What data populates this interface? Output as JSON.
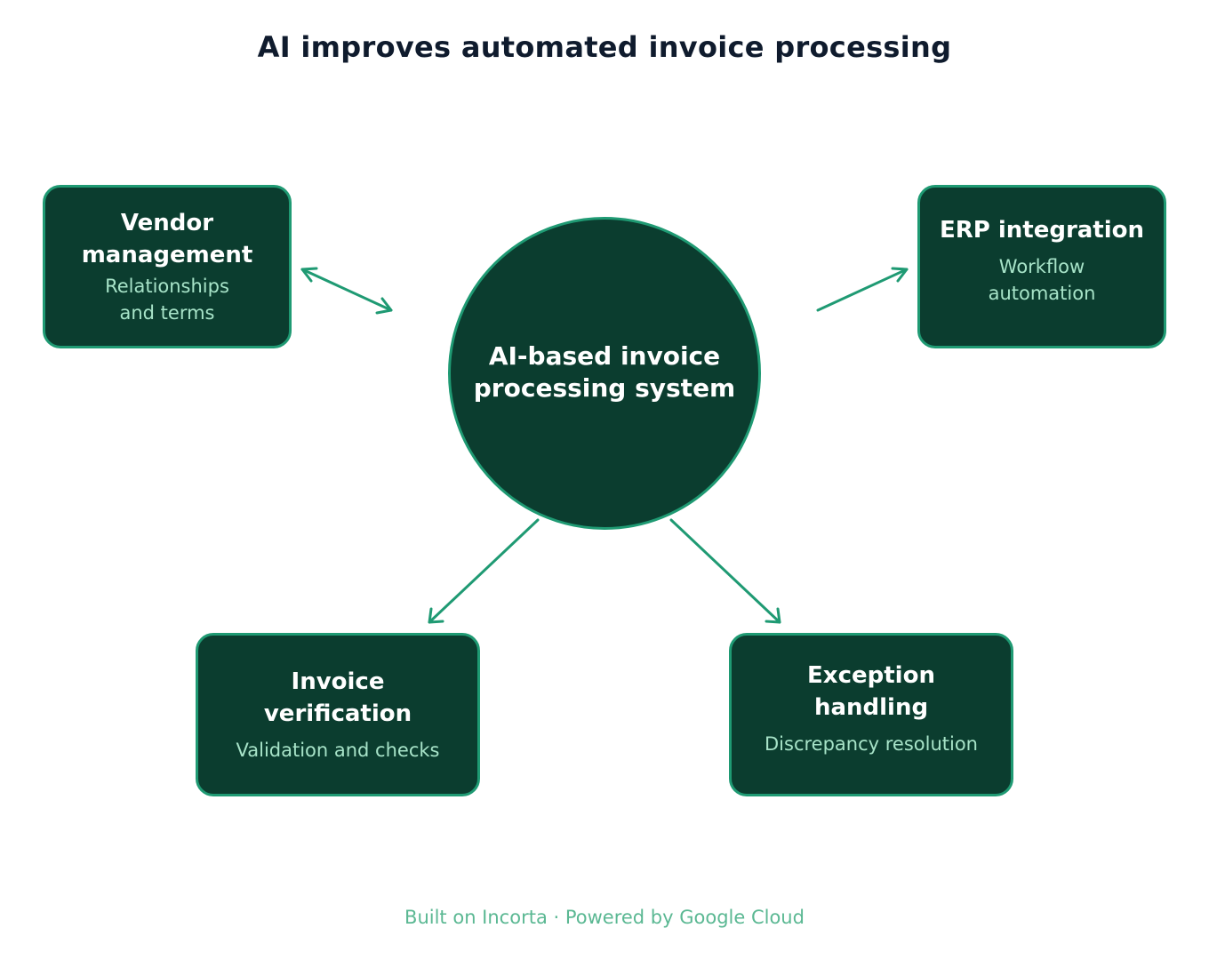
{
  "title": "AI improves automated invoice processing",
  "hub": {
    "label": "AI-based invoice processing system"
  },
  "nodes": {
    "vendor": {
      "title": "Vendor management",
      "description": "Relationships and terms"
    },
    "erp": {
      "title": "ERP integration",
      "description": "Workflow automation"
    },
    "invoice": {
      "title": "Invoice verification",
      "description": "Validation and checks"
    },
    "exception": {
      "title": "Exception handling",
      "description": "Discrepancy resolution"
    }
  },
  "footer": "Built on Incorta · Powered by Google Cloud",
  "colors": {
    "node_fill": "#0b3d2f",
    "node_border": "#1f9a73",
    "connector": "#1f9a73",
    "title_text": "#0f1b2d",
    "node_title_text": "#ffffff",
    "node_description_text": "#a7e3c8",
    "footer_text": "#5bb893"
  }
}
